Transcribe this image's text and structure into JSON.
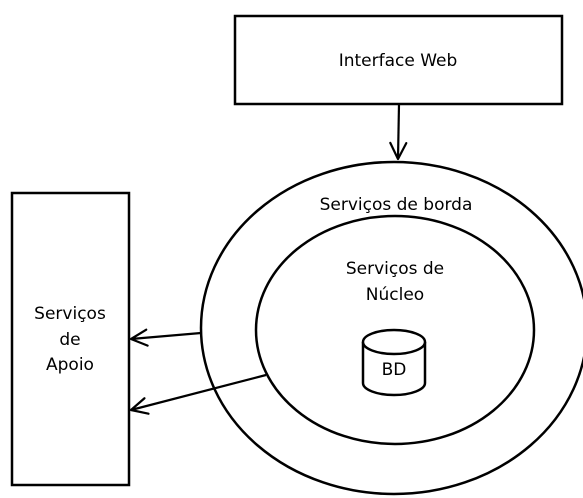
{
  "diagram": {
    "web_interface": {
      "label": "Interface Web"
    },
    "edge_services": {
      "label": "Serviços de borda"
    },
    "core_services": {
      "label_line1": "Serviços de",
      "label_line2": "Núcleo"
    },
    "database": {
      "label": "BD"
    },
    "support_services": {
      "label_line1": "Serviços",
      "label_line2": "de",
      "label_line3": "Apoio"
    }
  },
  "colors": {
    "stroke": "#000000",
    "background": "#ffffff"
  }
}
